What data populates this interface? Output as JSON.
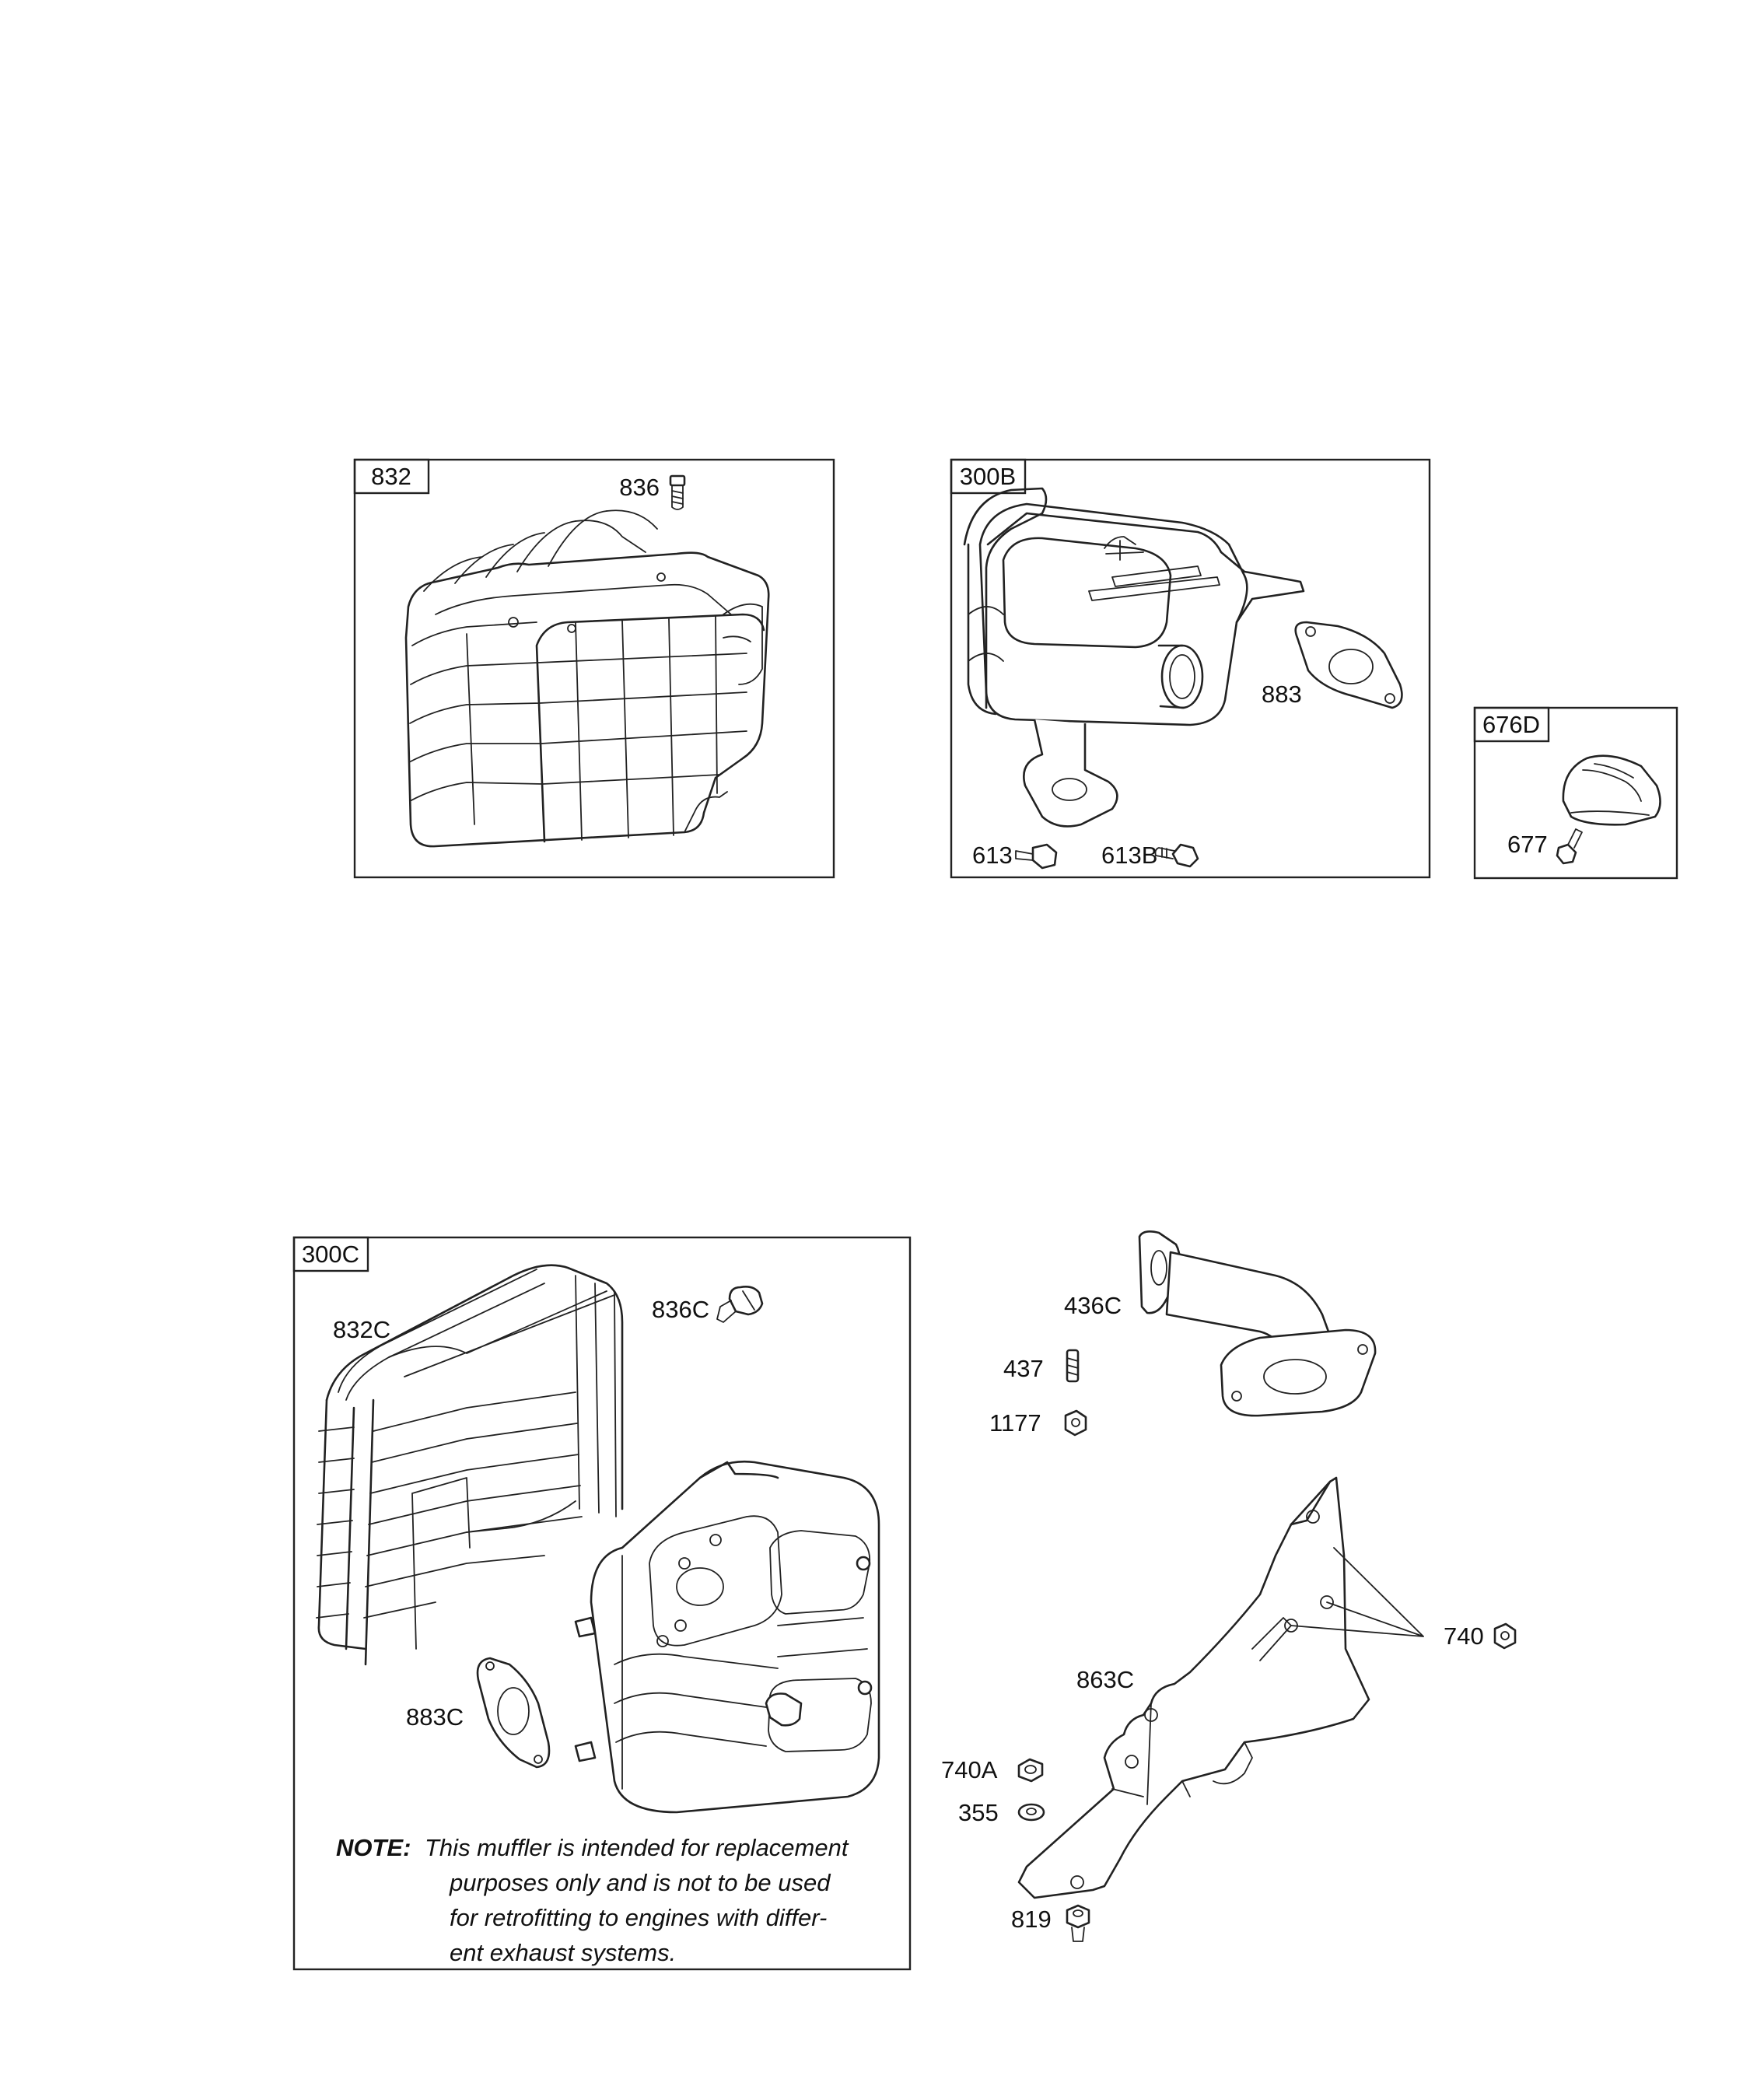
{
  "panels": {
    "p832": {
      "id": "832",
      "callouts": {
        "c836": "836"
      }
    },
    "p300b": {
      "id": "300B",
      "callouts": {
        "c883": "883",
        "c613": "613",
        "c613b": "613B"
      }
    },
    "p676d": {
      "id": "676D",
      "callouts": {
        "c677": "677"
      }
    },
    "p300c": {
      "id": "300C",
      "callouts": {
        "c832c": "832C",
        "c836c": "836C",
        "c883c": "883C"
      },
      "note": {
        "head": "NOTE:",
        "line1": "This muffler is intended for replacement",
        "line2": "purposes only and is not to be used",
        "line3": "for retrofitting to engines with differ-",
        "line4": "ent exhaust systems."
      }
    }
  },
  "loose_parts": {
    "c436c": "436C",
    "c437": "437",
    "c1177": "1177",
    "c740": "740",
    "c863c": "863C",
    "c740a": "740A",
    "c355": "355",
    "c819": "819"
  }
}
